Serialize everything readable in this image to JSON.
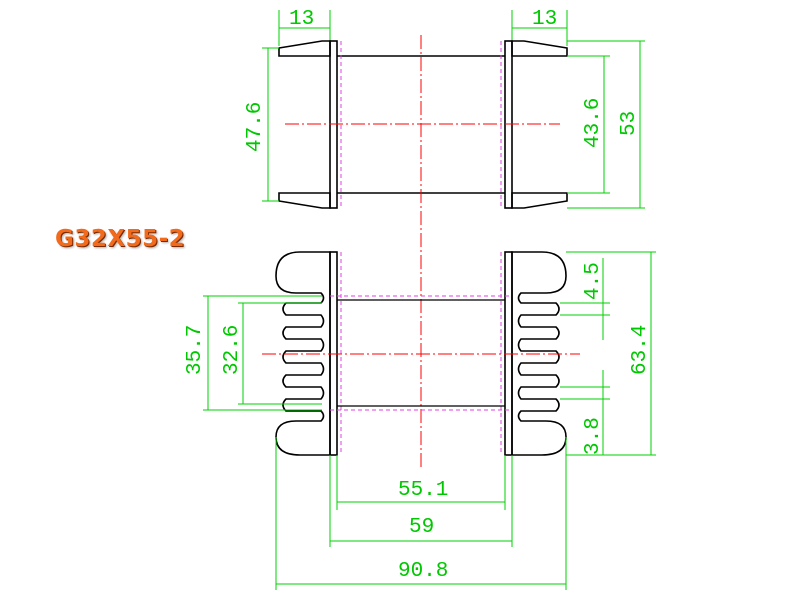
{
  "title": "G32X55-2",
  "colors": {
    "title": "#f26a1b",
    "outline": "#000000",
    "dimension": "#00c800",
    "centerline": "#ff0000",
    "hidden_line": "#e040e0",
    "background": "#ffffff"
  },
  "dimensions": {
    "top_flange_left": "13",
    "top_flange_right": "13",
    "top_view_height_inner": "47.6",
    "top_view_height_mid": "43.6",
    "top_view_height_overall": "53",
    "front_pitch_top": "4.5",
    "front_height_overall": "63.4",
    "front_pitch_bottom": "3.8",
    "front_slot_outer": "35.7",
    "front_slot_inner": "32.6",
    "width_inner": "55.1",
    "width_mid": "59",
    "width_overall": "90.8"
  }
}
